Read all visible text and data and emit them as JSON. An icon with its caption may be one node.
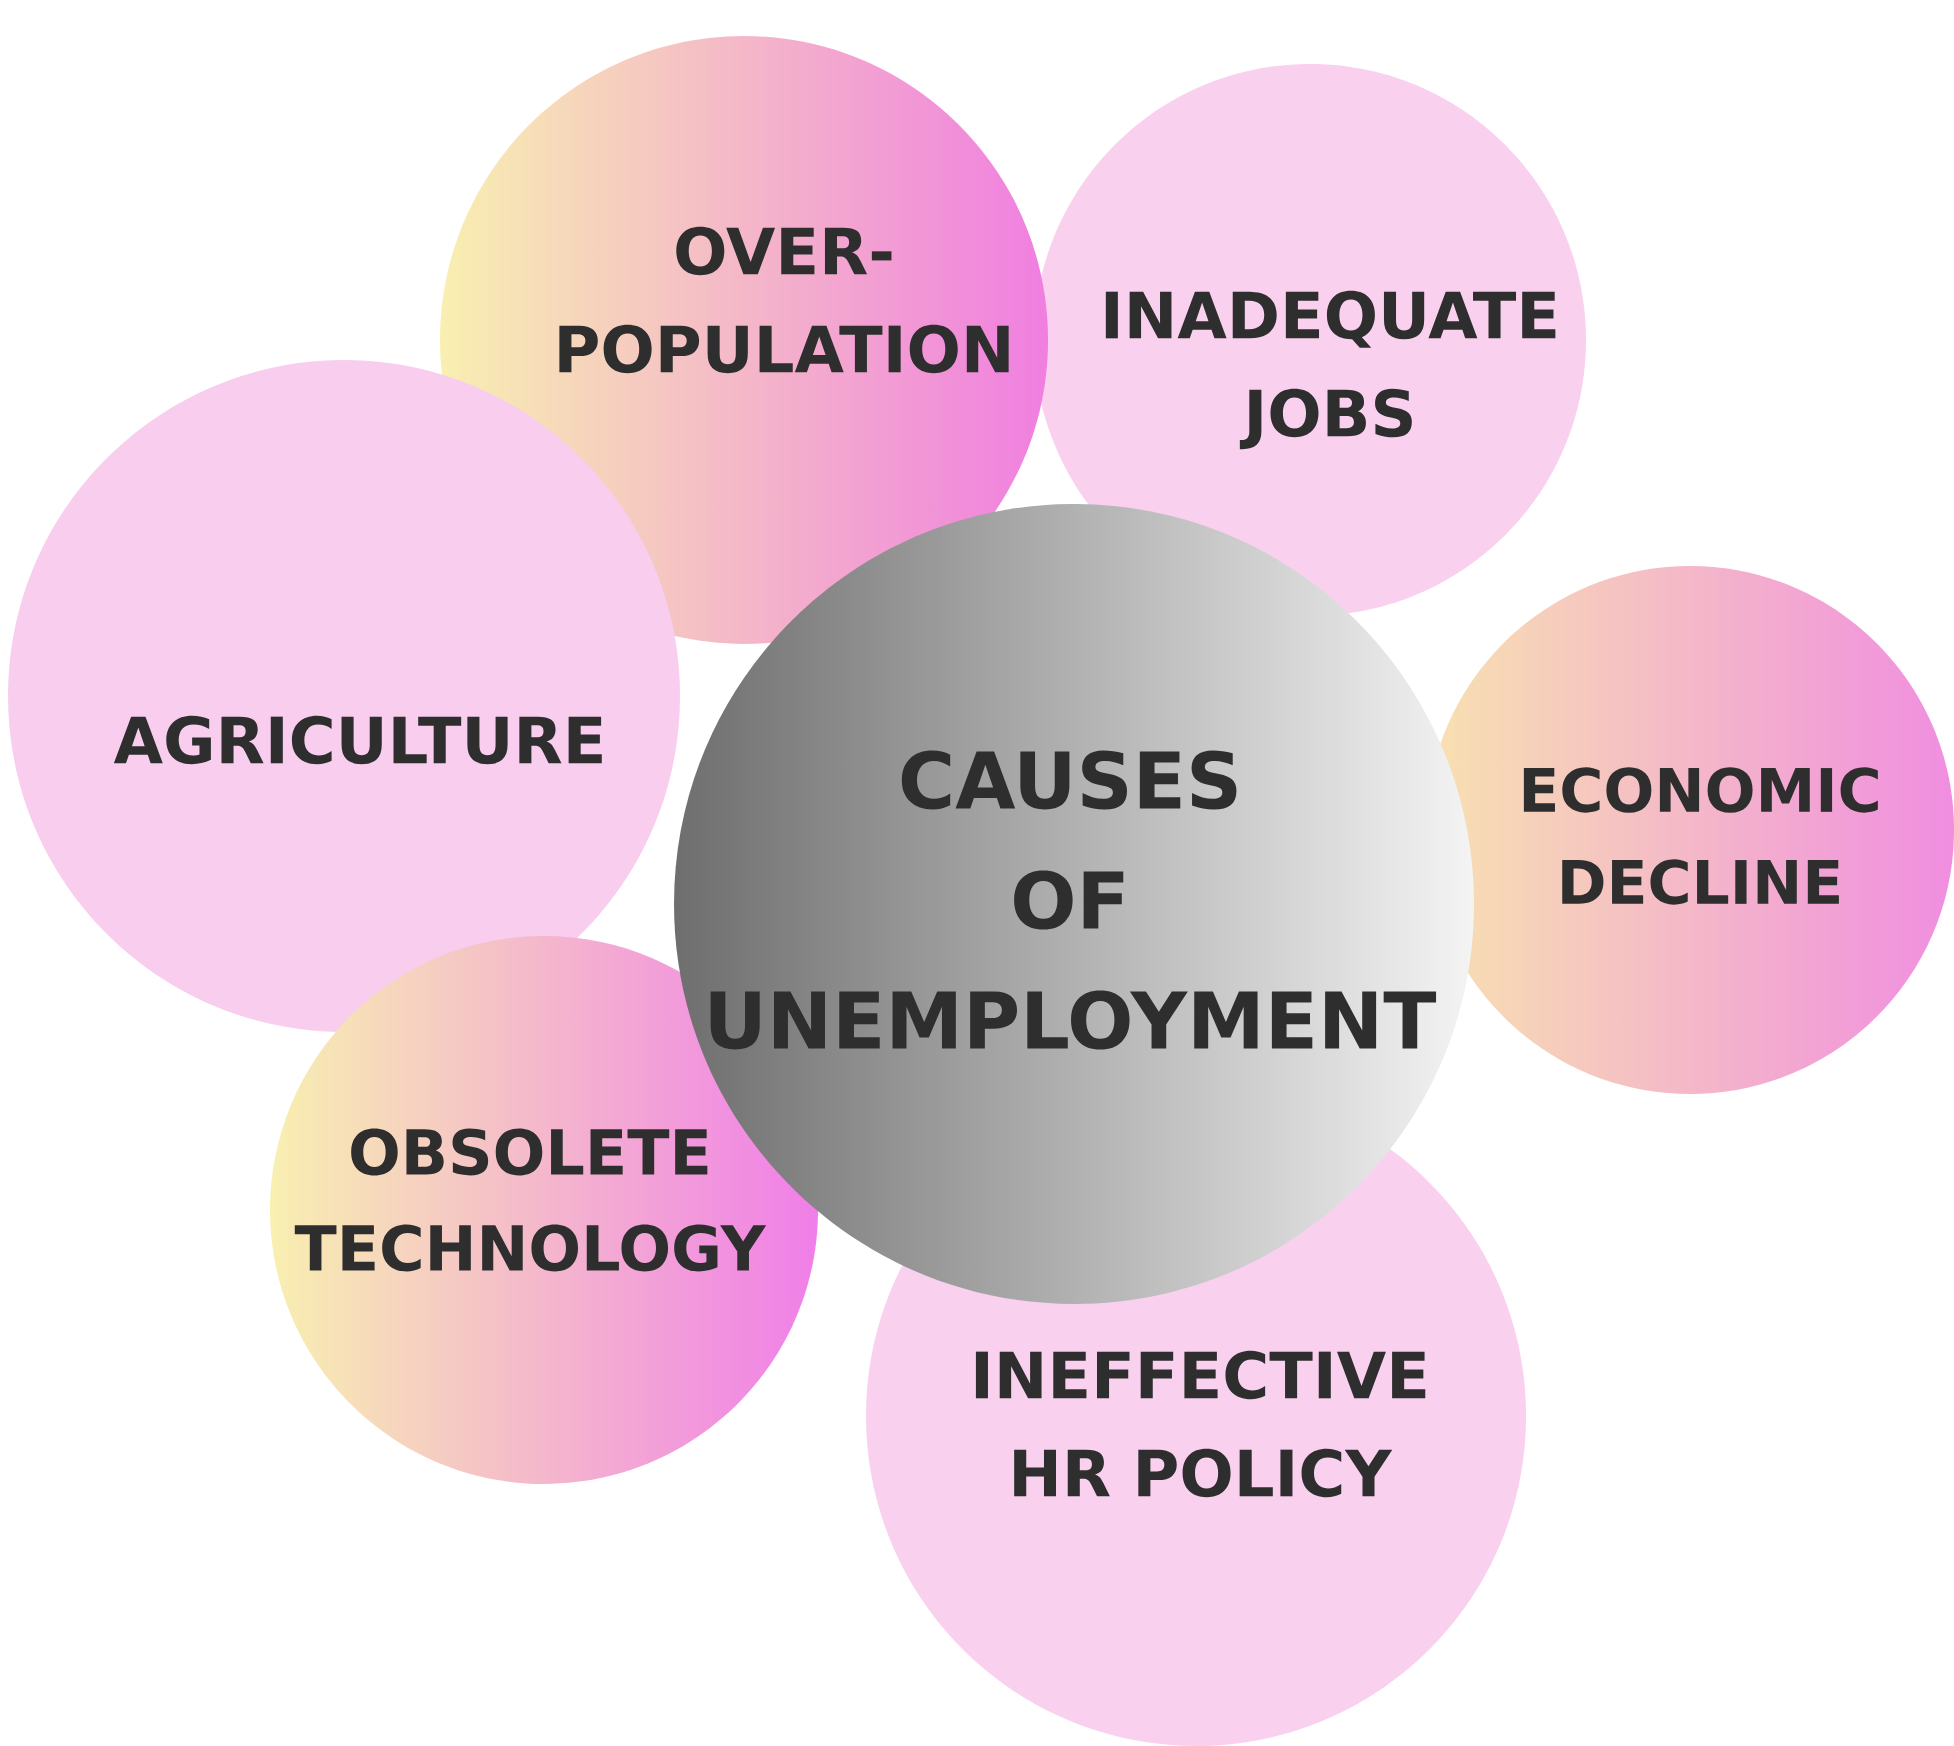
{
  "diagram": {
    "nodes": [
      {
        "text": [
          "OVER- POPULATION"
        ]
      },
      {
        "text": [
          "INADEQUATE JOBS"
        ]
      },
      {
        "text": [
          "AGRICULTURE"
        ]
      },
      {
        "text": [
          "ECONOMIC DECLINE"
        ]
      },
      {
        "text": [
          "OBSOLETE TECHNOLOGY"
        ]
      },
      {
        "text": [
          "INEFFECTIVE HR POLICY"
        ]
      },
      {
        "text": [
          "CAUSES OF UNEMPLOYMENT"
        ]
      }
    ]
  }
}
